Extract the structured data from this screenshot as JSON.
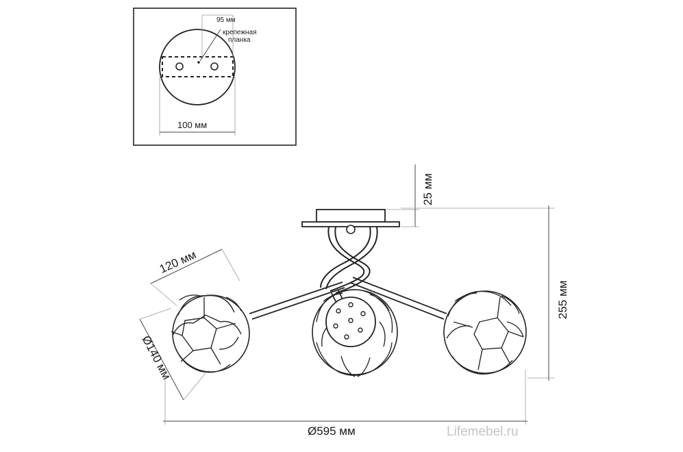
{
  "inset": {
    "plate_width_label": "95 мм",
    "plate_name_line1": "крепежная",
    "plate_name_line2": "планка",
    "base_diameter_label": "100 мм"
  },
  "dimensions": {
    "canopy_height": "25 мм",
    "total_height": "255 мм",
    "shade_width": "120 мм",
    "shade_diameter": "Ø140 мм",
    "total_diameter": "Ø595 мм"
  },
  "watermark": "Lifemebel.ru"
}
